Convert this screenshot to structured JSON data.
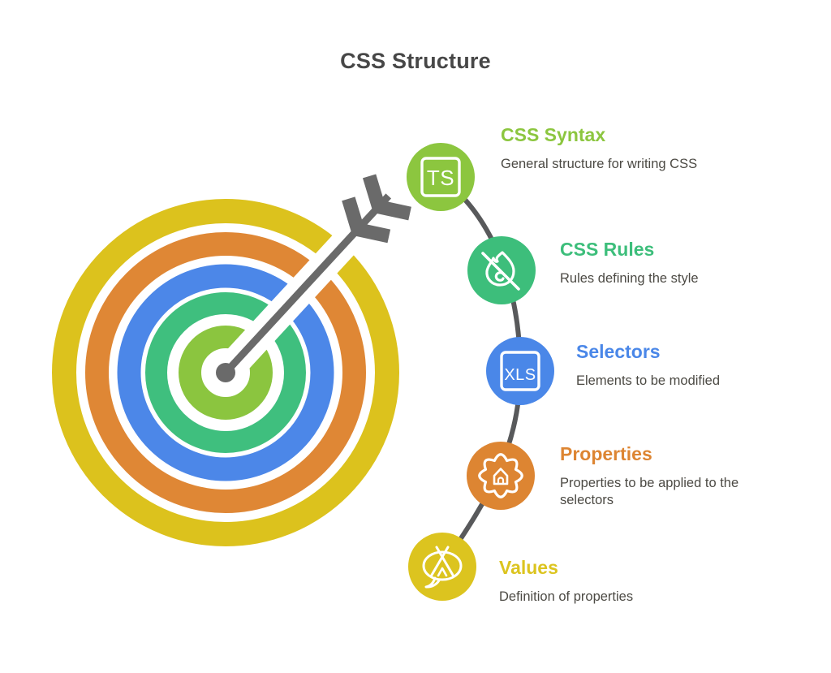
{
  "title": "CSS Structure",
  "connector": {
    "color": "#58595B"
  },
  "target": {
    "name": "bullseye-target-with-arrow",
    "rings": [
      {
        "name": "outer-ring",
        "color": "#DCC21D"
      },
      {
        "name": "second-ring",
        "color": "#DF8735"
      },
      {
        "name": "third-ring",
        "color": "#4C87E8"
      },
      {
        "name": "fourth-ring",
        "color": "#3FBF7E"
      },
      {
        "name": "center-ring",
        "color": "#8BC53F"
      }
    ],
    "arrow_color": "#6A6A6A"
  },
  "items": [
    {
      "heading": "CSS Syntax",
      "description": "General structure for writing CSS",
      "color": "#8CC63F",
      "icon": "ts-badge-icon",
      "icon_text": "TS"
    },
    {
      "heading": "CSS Rules",
      "description": "Rules defining the style",
      "color": "#3DBE7B",
      "icon": "no-fire-icon",
      "icon_text": ""
    },
    {
      "heading": "Selectors",
      "description": "Elements to be modified",
      "color": "#4A87E8",
      "icon": "xls-badge-icon",
      "icon_text": "XLS"
    },
    {
      "heading": "Properties",
      "description": "Properties to be applied to the selectors",
      "color": "#DD8532",
      "icon": "gear-home-icon",
      "icon_text": ""
    },
    {
      "heading": "Values",
      "description": "Definition of properties",
      "color": "#DCC41F",
      "icon": "tent-bubble-icon",
      "icon_text": ""
    }
  ]
}
